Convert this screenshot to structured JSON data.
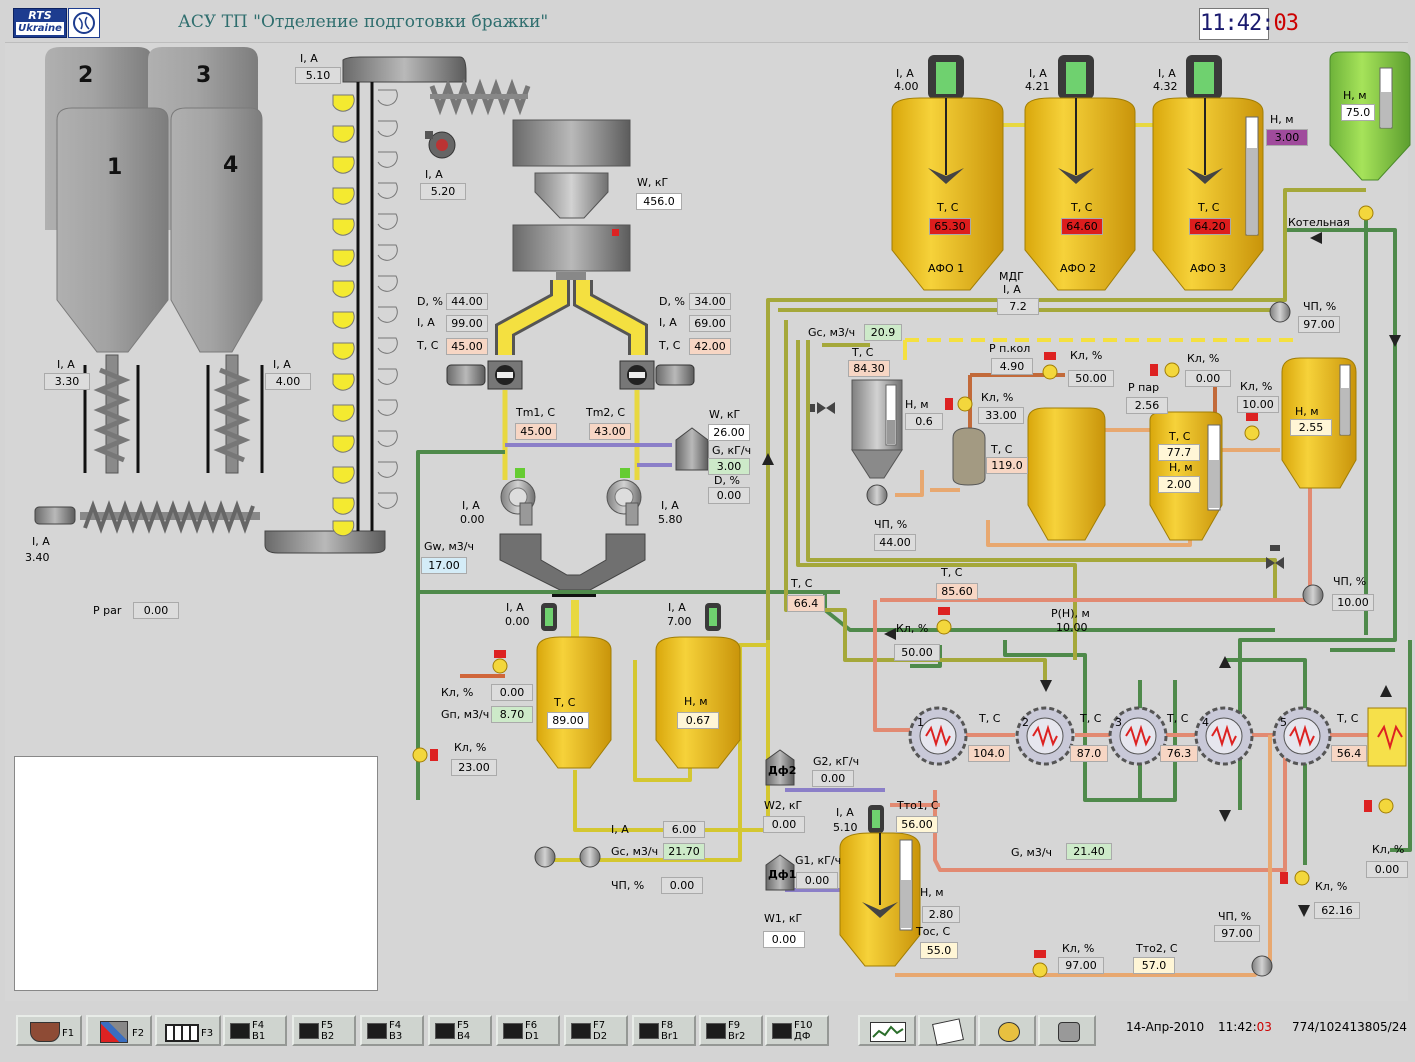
{
  "header": {
    "logo_line1": "RTS",
    "logo_line2": "Ukraine",
    "title": "АСУ ТП \"Отделение подготовки бражки\"",
    "clock_hm": "11:42:",
    "clock_s": "03"
  },
  "silos": [
    "2",
    "3",
    "1",
    "4"
  ],
  "values": {
    "silo1_i": "3.30",
    "silo4_i": "4.00",
    "screw_i": "3.40",
    "elev_i": "5.10",
    "fan_i": "5.20",
    "w_kg": "456.0",
    "d_left": "44.00",
    "i_left": "99.00",
    "t_left": "45.00",
    "d_right": "34.00",
    "i_right": "69.00",
    "t_right": "42.00",
    "tm1": "45.00",
    "tm2": "43.00",
    "w_kg2": "26.00",
    "g_kgh": "3.00",
    "d_pct": "0.00",
    "mill_i_left": "0.00",
    "mill_i_right": "5.80",
    "gw": "17.00",
    "p_rar": "0.00",
    "mix_i": "0.00",
    "mix_t": "89.00",
    "kl_left": "0.00",
    "gp": "8.70",
    "kl_low": "23.00",
    "tank2_i": "7.00",
    "tank2_h": "0.67",
    "pump_i": "6.00",
    "gc_low": "21.70",
    "chp_low": "0.00",
    "afo1_i": "4.00",
    "afo1_t": "65.30",
    "afo2_i": "4.21",
    "afo2_t": "64.60",
    "afo3_i": "4.32",
    "afo3_t": "64.20",
    "afo3_h": "3.00",
    "top_tank_h": "75.0",
    "mdg_i": "7.2",
    "chp_afo": "97.00",
    "gc_top": "20.9",
    "t_col": "84.30",
    "h_col": "0.6",
    "chp_col": "44.00",
    "p_kol": "4.90",
    "kl_pkol": "50.00",
    "kl_mid": "33.00",
    "t_mid": "119.0",
    "p_par": "2.56",
    "kl_par": "0.00",
    "t_sep": "77.7",
    "h_sep": "2.00",
    "kl_right": "10.00",
    "h_right": "2.55",
    "chp_right": "10.00",
    "t_line": "66.4",
    "t_line2": "85.60",
    "p_h": "10.00",
    "kl_hx": "50.00",
    "hx1_t": "104.0",
    "hx2_t": "87.0",
    "hx3_t": "76.3",
    "hx5_t": "56.4",
    "kl_far": "0.00",
    "g2": "0.00",
    "w2": "0.00",
    "g1": "0.00",
    "w1": "0.00",
    "bot_i": "5.10",
    "tto1": "56.00",
    "g_m3h": "21.40",
    "bot_h": "2.80",
    "tos": "55.0",
    "kl_bot": "97.00",
    "tto2": "57.0",
    "chp_bot": "97.00",
    "kl_br": "62.16"
  },
  "labels": {
    "ia": "I, A",
    "d_pct": "D, %",
    "t_c": "T, C",
    "w_kg": "W, кГ",
    "tm1": "Tm1, C",
    "tm2": "Tm2, C",
    "g_kgh": "G, кГ/ч",
    "gw": "Gw, м3/ч",
    "p_rar": "P par",
    "kl": "Кл, %",
    "gp": "Gп, м3/ч",
    "h_m": "H, м",
    "gc": "Gc, м3/ч",
    "chp": "ЧП, %",
    "afo1": "АФО 1",
    "afo2": "АФО 2",
    "afo3": "АФО 3",
    "mdg": "МДГ",
    "kotelnaya": "Котельная",
    "p_kol": "P п.кол",
    "p_par": "P пар",
    "p_h": "P(H), м",
    "g2": "G2, кГ/ч",
    "w2": "W2, кГ",
    "g1": "G1, кГ/ч",
    "w1": "W1, кГ",
    "df2": "Дф2",
    "df1": "Дф1",
    "tto1": "Tто1, C",
    "tto2": "Tто2, C",
    "g_m3h": "G, м3/ч",
    "tos": "Tос, C",
    "hx": [
      "1",
      "2",
      "3",
      "4",
      "5"
    ]
  },
  "fkeys": [
    {
      "label": "F1",
      "sub": ""
    },
    {
      "label": "F2",
      "sub": ""
    },
    {
      "label": "F3",
      "sub": ""
    },
    {
      "label": "F4",
      "sub": "B1"
    },
    {
      "label": "F5",
      "sub": "B2"
    },
    {
      "label": "F4",
      "sub": "B3"
    },
    {
      "label": "F5",
      "sub": "B4"
    },
    {
      "label": "F6",
      "sub": "D1"
    },
    {
      "label": "F7",
      "sub": "D2"
    },
    {
      "label": "F8",
      "sub": "Br1"
    },
    {
      "label": "F9",
      "sub": "Br2"
    },
    {
      "label": "F10",
      "sub": "ДФ"
    }
  ],
  "status": {
    "date": "14-Апр-2010",
    "time_hm": "11:42:",
    "time_s": "03",
    "code": "774/102413805/24"
  },
  "colors": {
    "tank_yellow": "#f0c419",
    "silo_gray": "#9a9a9a",
    "pipe_green": "#4f8a4b",
    "pipe_olive": "#a5a83a",
    "pipe_orange": "#e0a070",
    "pipe_salmon": "#e08a70",
    "pipe_purple": "#8b7fc8",
    "alarm_red": "#dd1d1d"
  }
}
